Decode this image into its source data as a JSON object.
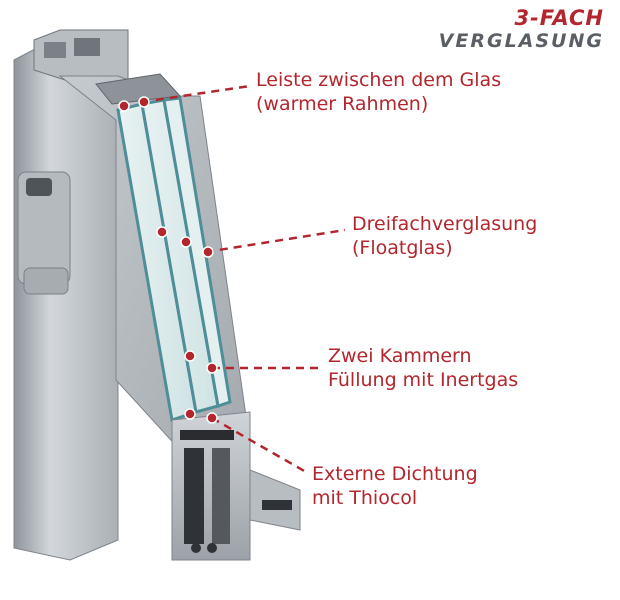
{
  "colors": {
    "accent": "#b3262d",
    "logo_dark": "#5a5f66",
    "frame_light": "#c9cdd1",
    "frame_mid": "#a9aeb3",
    "frame_dark": "#6f757b",
    "glass": "#4f8e98",
    "glass_fill": "#dfeeee",
    "seal": "#2a2c2f"
  },
  "logo": {
    "line1": "3-FACH",
    "line2": "VERGLASUNG"
  },
  "callouts": [
    {
      "id": "spacer",
      "line1": "Leiste zwischen dem Glas",
      "line2": "(warmer Rahmen)"
    },
    {
      "id": "triple-glazing",
      "line1": "Dreifachverglasung",
      "line2": "(Floatglas)"
    },
    {
      "id": "two-chambers",
      "line1": "Zwei Kammern",
      "line2": "Füllung mit Inertgas"
    },
    {
      "id": "external-seal",
      "line1": "Externe Dichtung",
      "line2": "mit Thiocol"
    }
  ]
}
